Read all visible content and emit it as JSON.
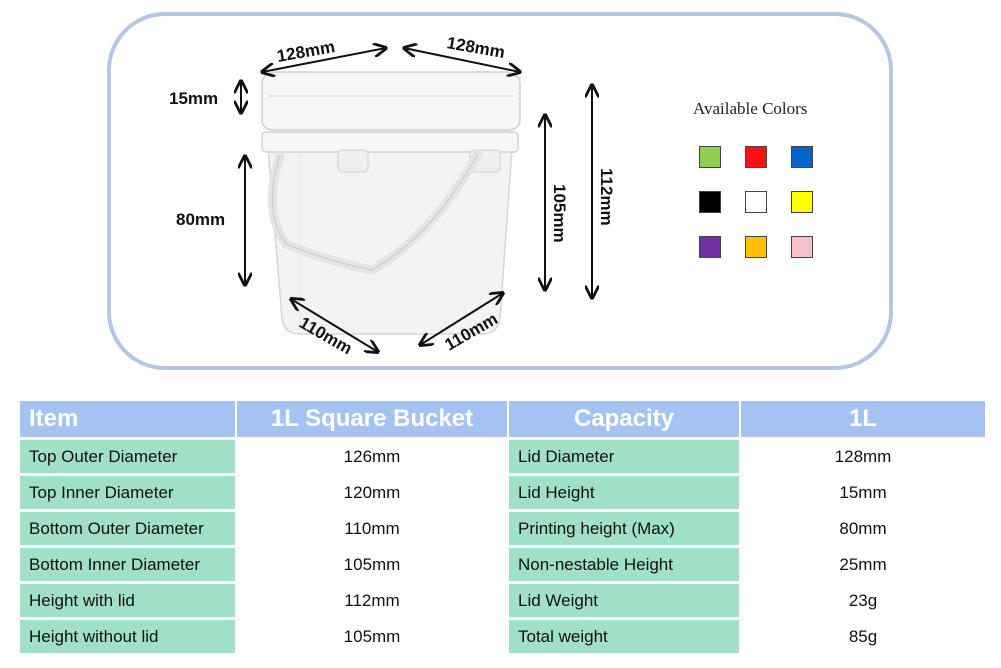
{
  "dimensions": {
    "top_left": "128mm",
    "top_right": "128mm",
    "lid_height": "15mm",
    "print_height": "80mm",
    "height_inner": "105mm",
    "height_outer": "112mm",
    "bottom_left": "110mm",
    "bottom_right": "110mm"
  },
  "colors": {
    "title": "Available Colors",
    "swatches": [
      "#8fd14f",
      "#ff1010",
      "#0066cc",
      "#000000",
      "#ffffff",
      "#ffff00",
      "#7030a0",
      "#ffc000",
      "#f4c2c8"
    ]
  },
  "table": {
    "headers": [
      "Item",
      "1L Square Bucket",
      "Capacity",
      "1L"
    ],
    "rows": [
      [
        "Top Outer Diameter",
        "126mm",
        "Lid Diameter",
        "128mm"
      ],
      [
        "Top Inner Diameter",
        "120mm",
        "Lid Height",
        "15mm"
      ],
      [
        "Bottom Outer Diameter",
        "110mm",
        "Printing height (Max)",
        "80mm"
      ],
      [
        "Bottom Inner Diameter",
        "105mm",
        "Non-nestable Height",
        "25mm"
      ],
      [
        "Height with lid",
        "112mm",
        "Lid Weight",
        "23g"
      ],
      [
        "Height without lid",
        "105mm",
        "Total weight",
        "85g"
      ]
    ]
  }
}
